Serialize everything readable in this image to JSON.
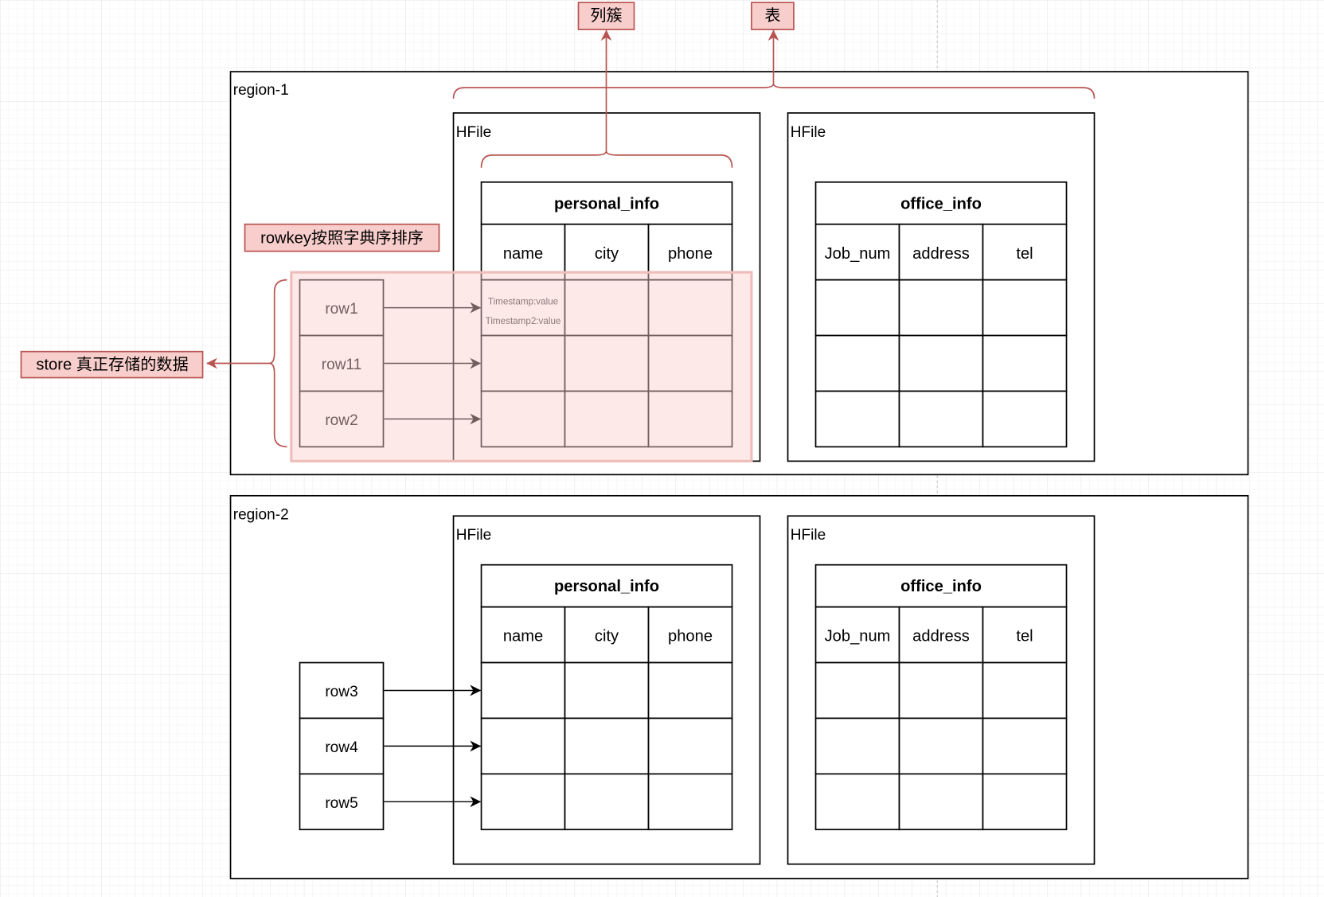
{
  "colors": {
    "callout_fill": "#f8cecc",
    "callout_stroke": "#b85450",
    "highlight_fill": "#f8cecc",
    "line": "#000000",
    "grid": "#eeeeee"
  },
  "callouts": {
    "column_family": "列簇",
    "table": "表",
    "rowkey_sorted": "rowkey按照字典序排序",
    "store": "store 真正存储的数据"
  },
  "regions": [
    {
      "label": "region-1",
      "rowkeys": [
        "row1",
        "row11",
        "row2"
      ],
      "hfiles": [
        {
          "label": "HFile",
          "column_family": "personal_info",
          "columns": [
            "name",
            "city",
            "phone"
          ],
          "first_cell": [
            "Timestamp:value",
            "Timestamp2:value"
          ]
        },
        {
          "label": "HFile",
          "column_family": "office_info",
          "columns": [
            "Job_num",
            "address",
            "tel"
          ]
        }
      ]
    },
    {
      "label": "region-2",
      "rowkeys": [
        "row3",
        "row4",
        "row5"
      ],
      "hfiles": [
        {
          "label": "HFile",
          "column_family": "personal_info",
          "columns": [
            "name",
            "city",
            "phone"
          ]
        },
        {
          "label": "HFile",
          "column_family": "office_info",
          "columns": [
            "Job_num",
            "address",
            "tel"
          ]
        }
      ]
    }
  ]
}
